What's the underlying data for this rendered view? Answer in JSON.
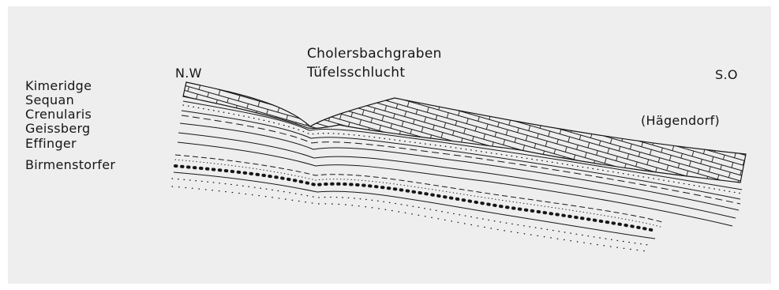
{
  "colors": {
    "paper": "#eeeeee",
    "ink": "#161616"
  },
  "labels": {
    "valley_name": "Cholersbachgraben",
    "gorge_name": "Tüfelsschlucht",
    "direction_left": "N.W",
    "direction_right": "S.O",
    "locality": "(Hägendorf)"
  },
  "strata": [
    "Kimeridge",
    "Sequan",
    "Crenularis",
    "Geissberg",
    "Effinger",
    "Birmenstorfer"
  ]
}
